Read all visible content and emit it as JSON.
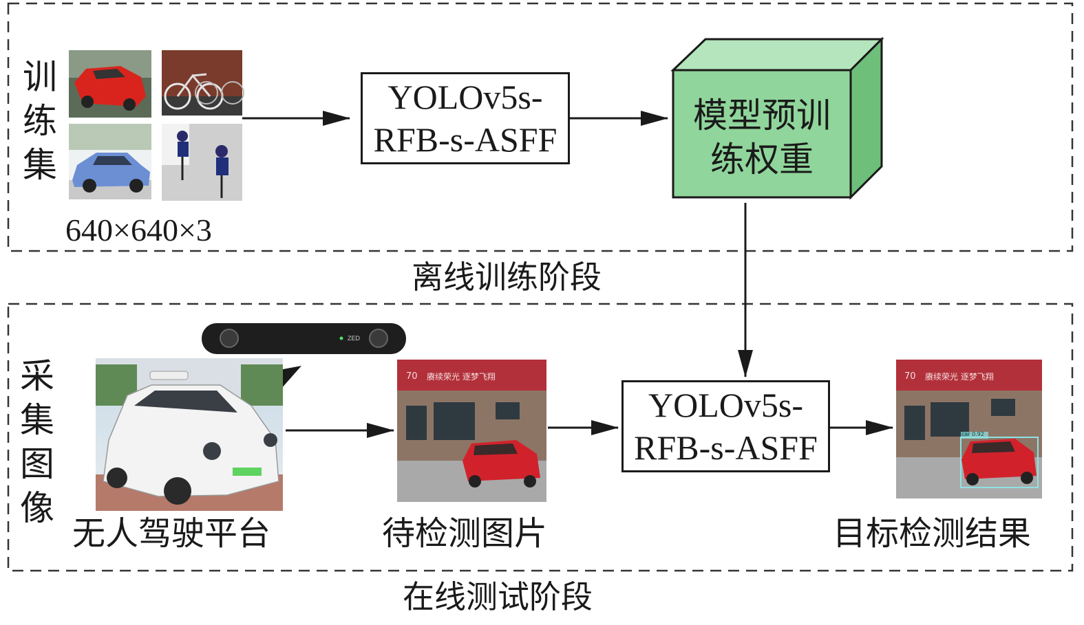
{
  "offline_stage": {
    "title": "离线训练阶段",
    "training_set_label": [
      "训",
      "练",
      "集"
    ],
    "input_size": "640×640×3",
    "model_box": [
      "YOLOv5s-",
      "RFB-s-ASFF"
    ],
    "weights_cube": [
      "模型预训",
      "练权重"
    ]
  },
  "online_stage": {
    "title": "在线测试阶段",
    "capture_label": [
      "采",
      "集",
      "图",
      "像"
    ],
    "platform_caption": "无人驾驶平台",
    "camera_brand": "ZED",
    "test_image_caption": "待检测图片",
    "model_box": [
      "YOLOv5s-",
      "RFB-s-ASFF"
    ],
    "result_caption": "目标检测结果",
    "banner_text": "赓续荣光 逐梦飞翔",
    "banner_number": "70",
    "detection_label": "car 0.92"
  },
  "colors": {
    "cube_front": "#90d59b",
    "cube_top": "#b5e5bc",
    "cube_side": "#6dbf7a",
    "line": "#1a1a1a",
    "detection_box": "#8fe3e3"
  }
}
